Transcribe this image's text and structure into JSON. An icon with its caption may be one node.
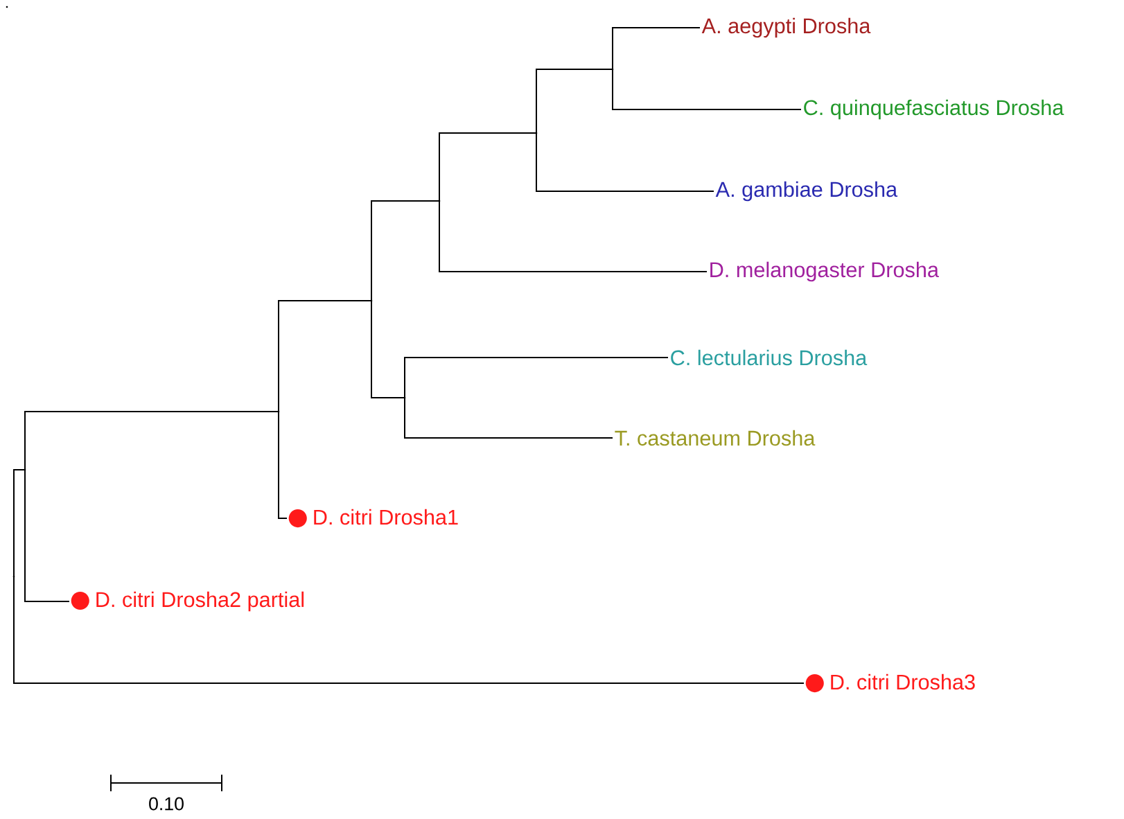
{
  "diagram": {
    "nodes": [
      {
        "text": [
          "A. aegypti Drosha"
        ]
      },
      {
        "text": [
          "C. quinquefasciatus Drosha"
        ]
      },
      {
        "text": [
          "A. gambiae Drosha"
        ]
      },
      {
        "text": [
          "D. melanogaster Drosha"
        ]
      },
      {
        "text": [
          "C. lectularius Drosha"
        ]
      },
      {
        "text": [
          "T. castaneum Drosha"
        ]
      },
      {
        "text": [
          "D. citri Drosha1"
        ]
      },
      {
        "text": [
          "D. citri Drosha2 partial"
        ]
      },
      {
        "text": [
          "D. citri Drosha3"
        ]
      },
      {
        "text": [],
        "shape": "point"
      },
      {
        "text": [],
        "shape": "point"
      },
      {
        "text": [],
        "shape": "point"
      },
      {
        "text": [],
        "shape": "point"
      },
      {
        "text": [],
        "shape": "point"
      },
      {
        "text": [],
        "shape": "point"
      },
      {
        "text": [],
        "shape": "point"
      },
      {
        "text": [],
        "shape": "point"
      },
      {
        "text": [],
        "shape": "point"
      }
    ],
    "edges": [
      {
        "from": 9,
        "to": 10,
        "arrow": "none"
      },
      {
        "from": 9,
        "to": 8,
        "arrow": "none"
      },
      {
        "from": 10,
        "to": 11,
        "arrow": "none"
      },
      {
        "from": 10,
        "to": 7,
        "arrow": "none"
      },
      {
        "from": 11,
        "to": 12,
        "arrow": "none"
      },
      {
        "from": 11,
        "to": 6,
        "arrow": "none"
      },
      {
        "from": 12,
        "to": 13,
        "arrow": "none"
      },
      {
        "from": 12,
        "to": 14,
        "arrow": "none"
      },
      {
        "from": 13,
        "to": 15,
        "arrow": "none"
      },
      {
        "from": 13,
        "to": 3,
        "arrow": "none"
      },
      {
        "from": 15,
        "to": 16,
        "arrow": "none"
      },
      {
        "from": 15,
        "to": 2,
        "arrow": "none"
      },
      {
        "from": 16,
        "to": 0,
        "arrow": "none"
      },
      {
        "from": 16,
        "to": 1,
        "arrow": "none"
      },
      {
        "from": 14,
        "to": 4,
        "arrow": "none"
      },
      {
        "from": 14,
        "to": 5,
        "arrow": "none"
      }
    ],
    "labels": [
      "0.10"
    ]
  }
}
